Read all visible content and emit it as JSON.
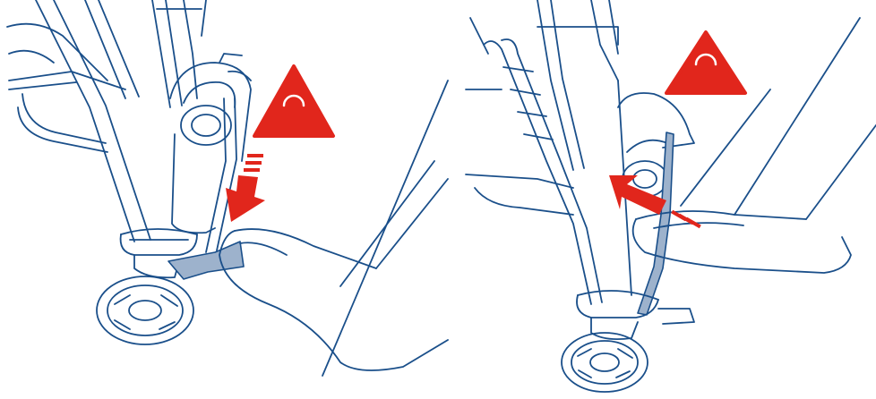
{
  "figure": {
    "panels": [
      {
        "id": "brake-engage",
        "action": "press-down",
        "part": "brake-pedal"
      },
      {
        "id": "brake-release",
        "action": "lift-up",
        "part": "release-lever"
      }
    ],
    "warning": {
      "icon": "warning-triangle-icon",
      "glyph": "arc"
    }
  },
  "colors": {
    "outline": "#1a4f8a",
    "highlight": "#9db2cc",
    "warning": "#e1261c",
    "background": "#ffffff"
  }
}
